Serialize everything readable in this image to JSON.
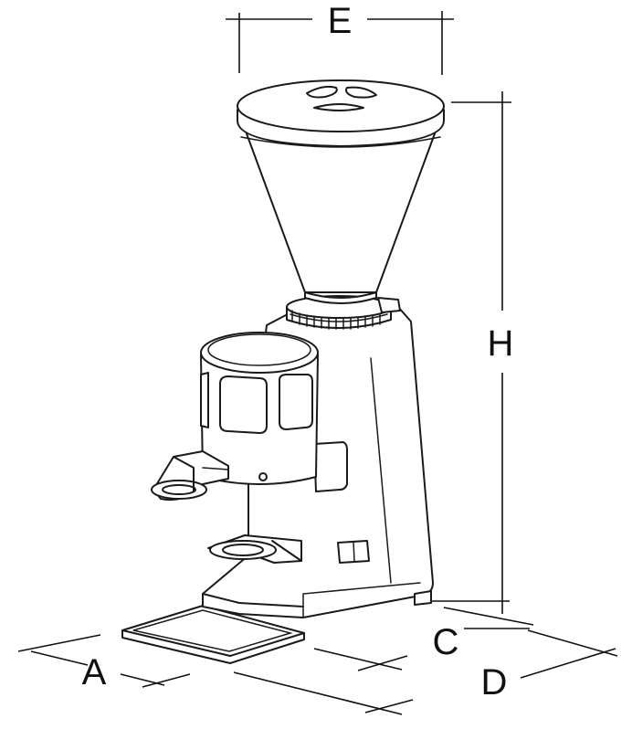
{
  "diagram": {
    "dimension_labels": {
      "width_top": "E",
      "height": "H",
      "depth_left": "A",
      "depth_right": "C",
      "depth_total": "D"
    },
    "colors": {
      "line": "#1a1a1a",
      "background": "#ffffff"
    }
  }
}
